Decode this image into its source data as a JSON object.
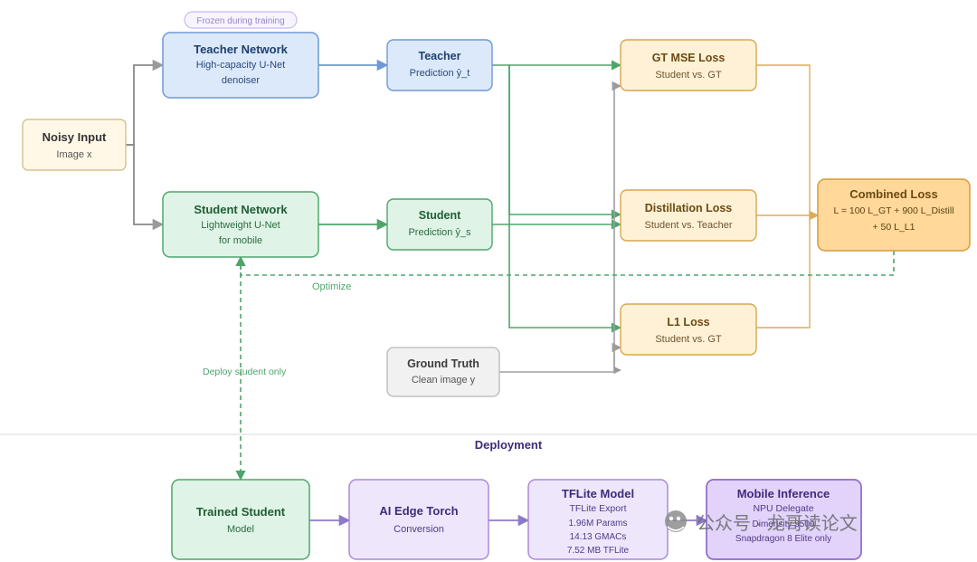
{
  "colors": {
    "teacher_fill": "#dce9fb",
    "teacher_stroke": "#6f97d6",
    "teacher_text": "#1f3f6e",
    "student_fill": "#dff4e6",
    "student_stroke": "#4ea56a",
    "student_text": "#1f5d35",
    "loss_fill": "#fff1d6",
    "loss_stroke": "#d9a54f",
    "loss_text": "#6b4a12",
    "combined_fill": "#ffd89a",
    "combined_stroke": "#d79a38",
    "input_fill": "#fff8e6",
    "input_stroke": "#d4c28f",
    "gray_fill": "#f1f1f1",
    "gray_stroke": "#b8b8b8",
    "deploy_fill": "#eee6fb",
    "deploy_stroke": "#a88ad8",
    "deploy_text": "#3f2b78",
    "blue_arrow": "#6f97d6",
    "green_arrow": "#4ea56a",
    "gray_arrow": "#9a9a9a",
    "purple_arrow": "#8e79c9",
    "dashed_green": "#4ea56a",
    "orange_arrow": "#e0aa59",
    "divider": "#d9d9d9"
  },
  "texts": {
    "frozen_badge": "Frozen during training",
    "deployment_title": "Deployment",
    "optimize_label": "Optimize",
    "deploy_student_only": "Deploy student only",
    "watermark": "公众号 · 龙哥读论文"
  },
  "nodes": {
    "noisy_input": {
      "title": "Noisy Input",
      "lines": [
        "Image x"
      ]
    },
    "teacher_network": {
      "title": "Teacher Network",
      "lines": [
        "High-capacity U-Net",
        "denoiser"
      ]
    },
    "teacher_prediction": {
      "title": "Teacher",
      "lines": [
        "Prediction ŷ_t"
      ]
    },
    "student_network": {
      "title": "Student Network",
      "lines": [
        "Lightweight U-Net",
        "for mobile"
      ]
    },
    "student_prediction": {
      "title": "Student",
      "lines": [
        "Prediction ŷ_s"
      ]
    },
    "ground_truth": {
      "title": "Ground Truth",
      "lines": [
        "Clean image y"
      ]
    },
    "gt_mse_loss": {
      "title": "GT MSE Loss",
      "lines": [
        "Student vs. GT"
      ]
    },
    "distillation_loss": {
      "title": "Distillation Loss",
      "lines": [
        "Student vs. Teacher"
      ]
    },
    "l1_loss": {
      "title": "L1 Loss",
      "lines": [
        "Student vs. GT"
      ]
    },
    "combined_loss": {
      "title": "Combined Loss",
      "lines": [
        "L = 100 L_GT + 900 L_Distill",
        "+ 50 L_L1"
      ]
    },
    "trained_student": {
      "title": "Trained Student",
      "lines": [
        "Model"
      ]
    },
    "ai_edge_torch": {
      "title": "AI Edge Torch",
      "lines": [
        "Conversion"
      ]
    },
    "tflite_model": {
      "title": "TFLite Model",
      "lines": [
        "TFLite Export",
        "1.96M Params",
        "14.13 GMACs",
        "7.52 MB TFLite"
      ]
    },
    "mobile_inference": {
      "title": "Mobile Inference",
      "lines": [
        "NPU Delegate",
        "Dimensity 9500",
        "Snapdragon 8 Elite only"
      ]
    }
  }
}
